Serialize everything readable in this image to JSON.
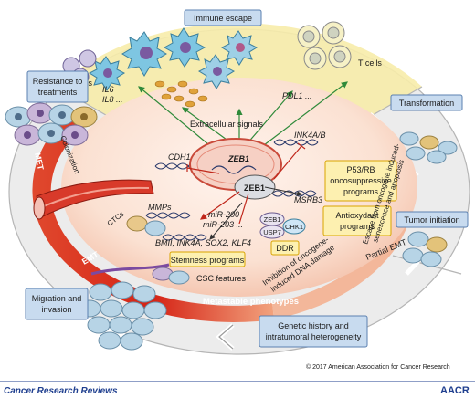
{
  "boxes": {
    "immune_escape": "Immune escape",
    "resistance_1": "Resistance to",
    "resistance_2": "treatments",
    "transformation": "Transformation",
    "tumor_initiation": "Tumor initiation",
    "migration_1": "Migration and",
    "migration_2": "invasion",
    "genetic_1": "Genetic history and",
    "genetic_2": "intratumoral heterogeneity",
    "p53_1": "P53/RB",
    "p53_2": "oncosuppressive",
    "p53_3": "programs",
    "antiox_1": "Antioxydant",
    "antiox_2": "programs",
    "ddr": "DDR",
    "stemness": "Stemness programs"
  },
  "labels": {
    "mdscs": "MDSCs",
    "il6": "IL6",
    "il8": "IL8 ...",
    "pdl1": "PDL1 ...",
    "t_cells": "T cells",
    "extracellular": "Extracellular signals",
    "cdh1": "CDH1",
    "mmps": "MMPs",
    "zeb1_gene": "ZEB1",
    "zeb1_protein": "ZEB1",
    "ink4ab": "INK4A/B",
    "msrb3": "MSRB3",
    "mir200": "miR-200",
    "mir203": "miR-203 ...",
    "stem_genes": "BMII, INK4A, SOX2, KLF4",
    "zeb1_small": "ZEB1",
    "usp7": "USP7",
    "chk1": "CHK1",
    "ctcs": "CTCs",
    "colonization": "Colonization",
    "met": "MET",
    "emt": "EMT",
    "partial_emt": "Partial EMT",
    "csc_features": "CSC features",
    "metastable": "Metastable phenotypes",
    "inhibition_1": "Inhibition of oncogene-",
    "inhibition_2": "induced DNA damage",
    "escape_1": "Escape from oncogene induced-",
    "escape_2": "senescence and apoptosis"
  },
  "footer": {
    "journal": "Cancer Research Reviews",
    "copyright": "© 2017 American Association for Cancer Research",
    "logo": "AACR"
  },
  "colors": {
    "box_fill": "#c8dbef",
    "box_stroke": "#5b80b0",
    "immune_sector": "#f7ecaa",
    "center_disc": "#fbe3d6",
    "red_band": "#d9281b",
    "gray_ring": "#e9e9e9",
    "program_box": "#fdf0b0",
    "program_stroke": "#d9a400",
    "arrow_green": "#2f8a3a",
    "text_blue": "#1f3f8f"
  }
}
